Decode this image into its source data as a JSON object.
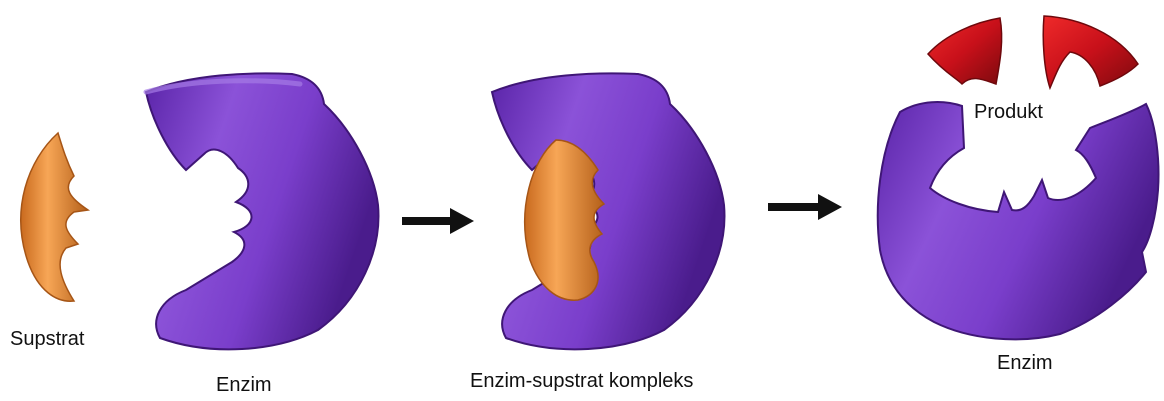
{
  "labels": {
    "substrate": "Supstrat",
    "enzyme_left": "Enzim",
    "complex": "Enzim-supstrat kompleks",
    "product": "Produkt",
    "enzyme_right": "Enzim"
  },
  "colors": {
    "enzyme": "#7b3fc8",
    "enzyme_dark": "#4e1f8f",
    "substrate": "#f0963c",
    "substrate_dark": "#b5601a",
    "product": "#d0131a",
    "product_dark": "#8e0a0f",
    "arrow": "#111111"
  }
}
